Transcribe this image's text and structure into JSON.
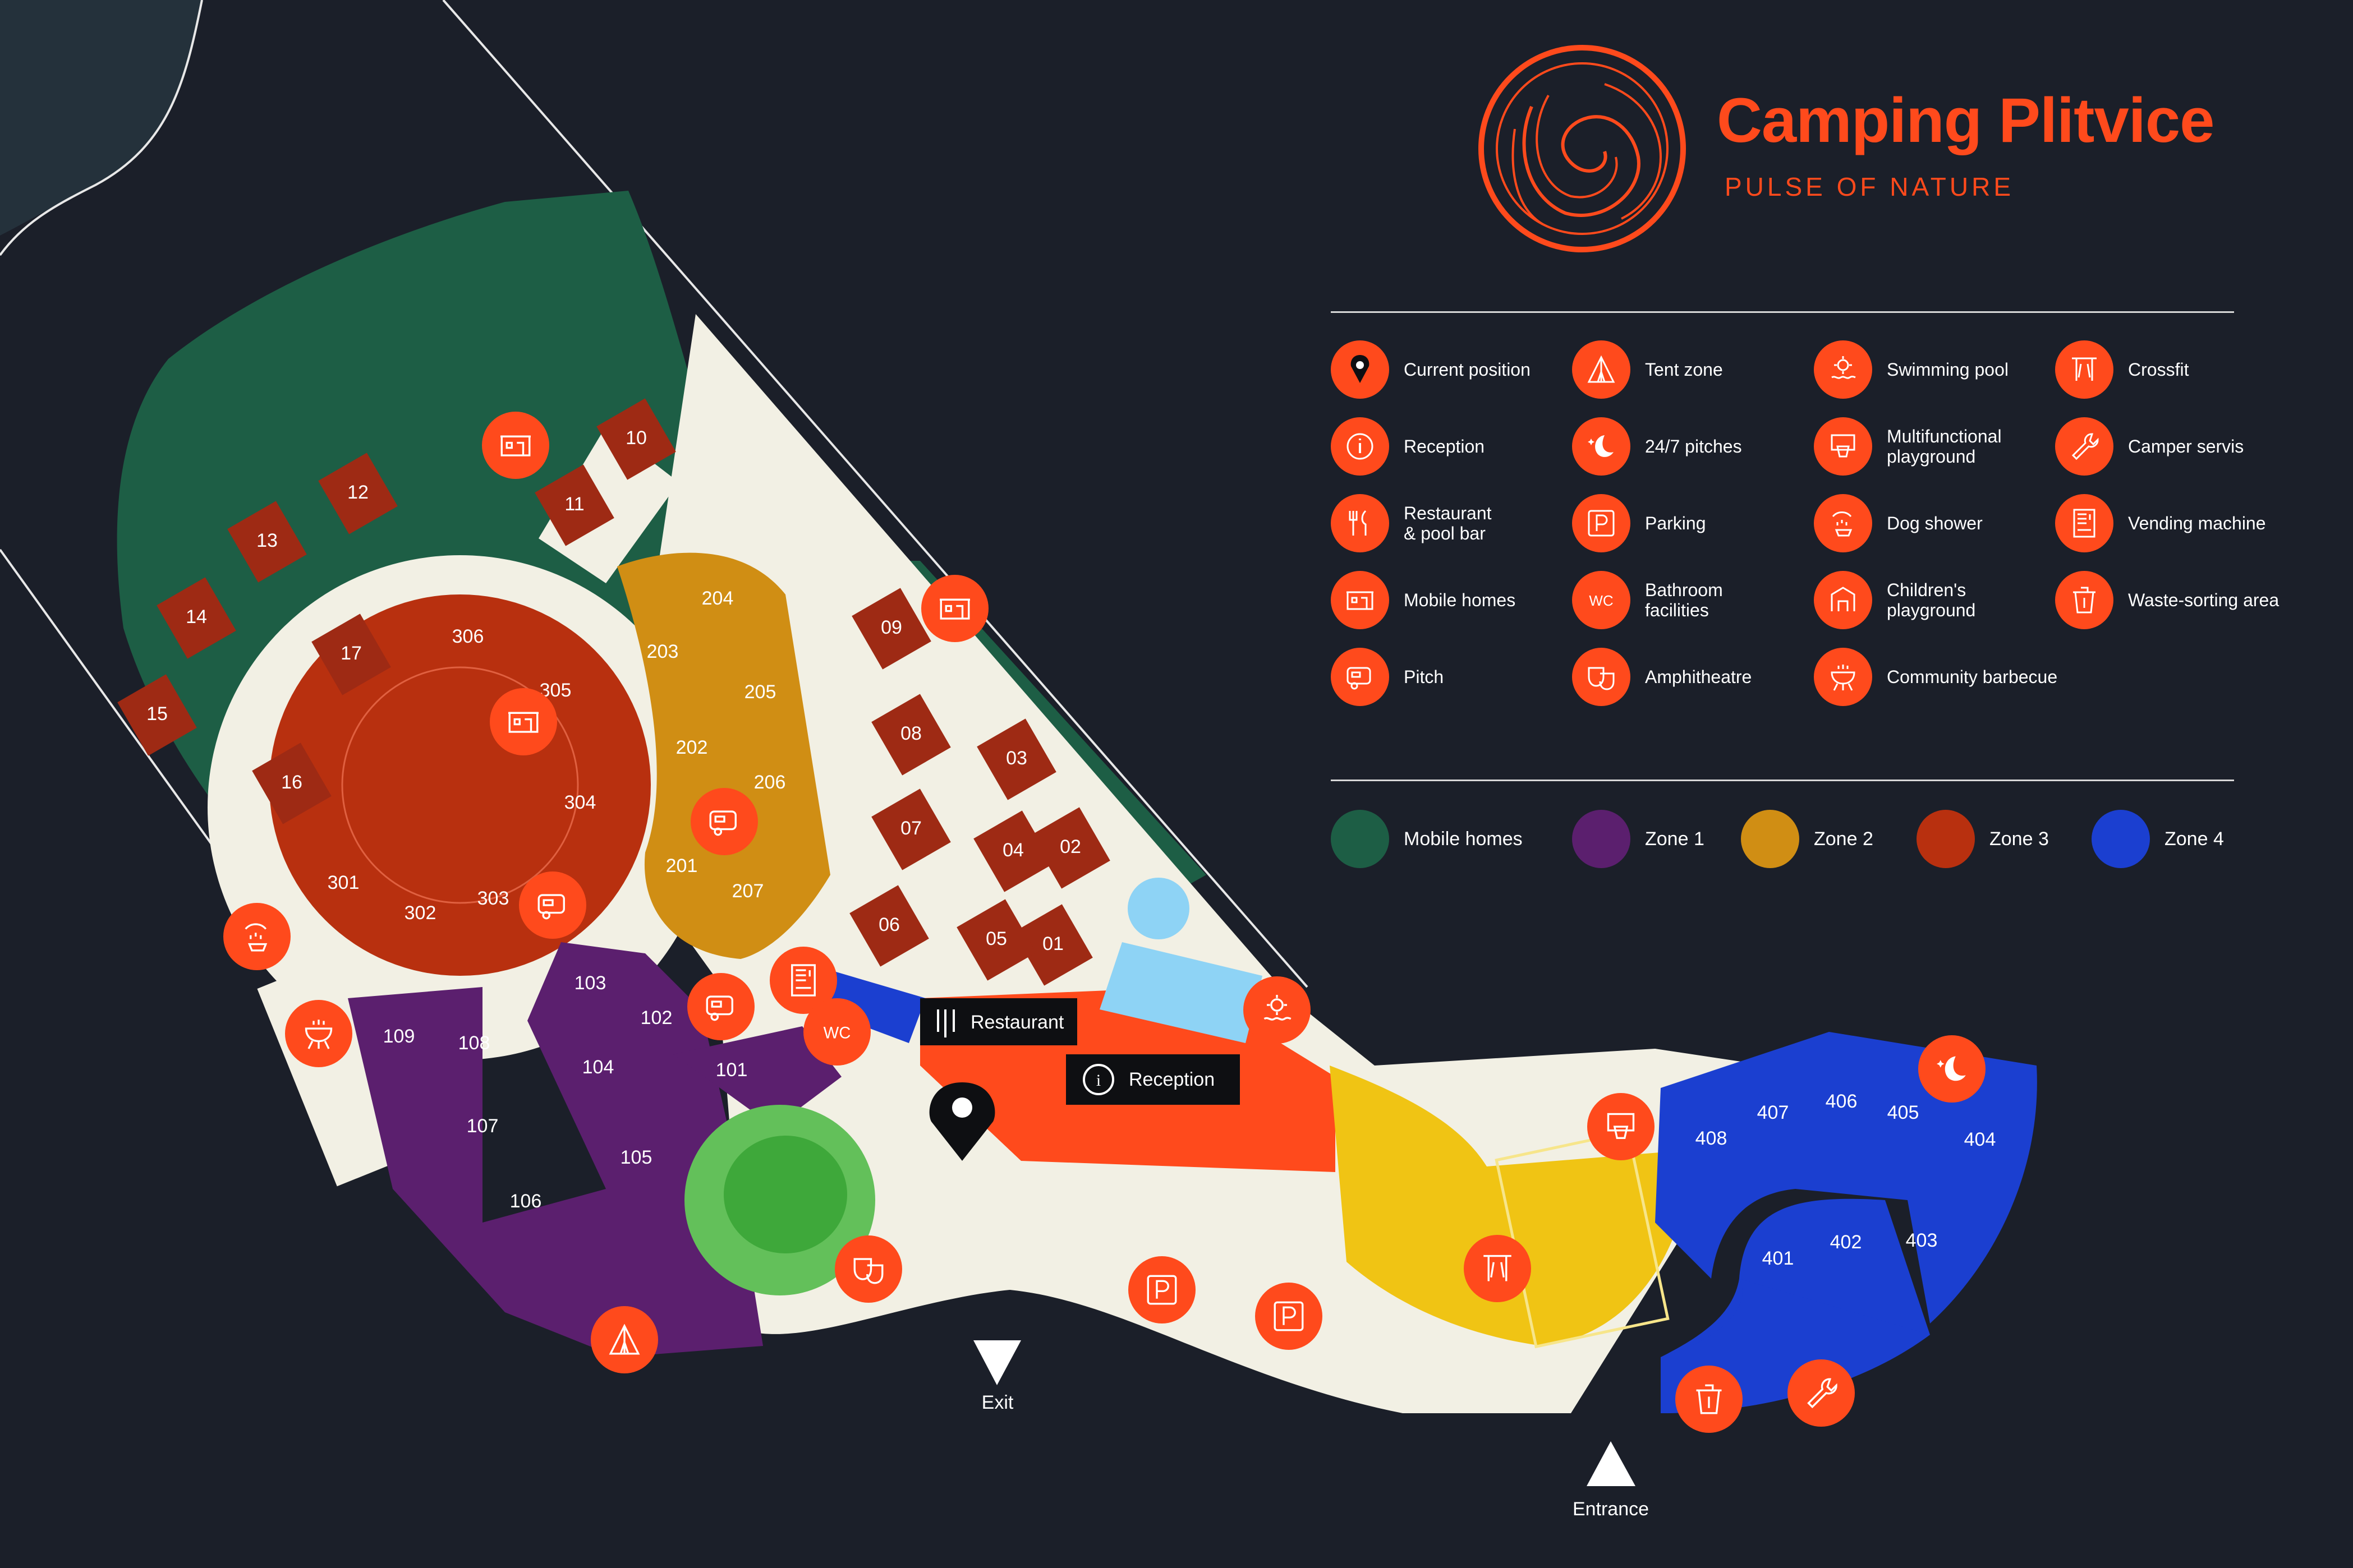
{
  "brand": {
    "title": "Camping Plitvice",
    "subtitle": "PULSE OF NATURE"
  },
  "colors": {
    "background": "#1b1f29",
    "accent": "#ff4a1c",
    "mobile_homes": "#1d5e45",
    "zone1": "#5b1f6e",
    "zone2": "#d08e14",
    "zone3": "#b8300f",
    "zone4": "#1b3fd0",
    "path": "#f2f0e4",
    "lake": "#24313b"
  },
  "legend": {
    "facilities": [
      {
        "label": "Current position",
        "icon": "map-pin-icon"
      },
      {
        "label": "Reception",
        "icon": "info-icon"
      },
      {
        "label": "Restaurant\n& pool bar",
        "icon": "fork-knife-icon"
      },
      {
        "label": "Mobile homes",
        "icon": "mobile-home-icon"
      },
      {
        "label": "Pitch",
        "icon": "camper-icon"
      },
      {
        "label": "Tent zone",
        "icon": "tent-icon"
      },
      {
        "label": "24/7 pitches",
        "icon": "moon-icon"
      },
      {
        "label": "Parking",
        "icon": "parking-icon"
      },
      {
        "label": "Bathroom\nfacilities",
        "icon": "wc-icon"
      },
      {
        "label": "Amphitheatre",
        "icon": "theatre-masks-icon"
      },
      {
        "label": "Swimming pool",
        "icon": "sun-pool-icon"
      },
      {
        "label": "Multifunctional\nplayground",
        "icon": "basketball-hoop-icon"
      },
      {
        "label": "Dog shower",
        "icon": "dog-shower-icon"
      },
      {
        "label": "Children's\nplayground",
        "icon": "playground-icon"
      },
      {
        "label": "Community barbecue",
        "icon": "barbecue-icon"
      },
      {
        "label": "Crossfit",
        "icon": "crossfit-icon"
      },
      {
        "label": "Camper servis",
        "icon": "wrench-icon"
      },
      {
        "label": "Vending machine",
        "icon": "vending-machine-icon"
      },
      {
        "label": "Waste-sorting area",
        "icon": "waste-bin-icon"
      }
    ],
    "zones": [
      {
        "label": "Mobile homes",
        "color": "#1d5e45"
      },
      {
        "label": "Zone 1",
        "color": "#5b1f6e"
      },
      {
        "label": "Zone 2",
        "color": "#d08e14"
      },
      {
        "label": "Zone 3",
        "color": "#b8300f"
      },
      {
        "label": "Zone 4",
        "color": "#1b3fd0"
      }
    ]
  },
  "map": {
    "restaurant_label": "Restaurant",
    "reception_label": "Reception",
    "exit_label": "Exit",
    "entrance_label": "Entrance",
    "pitch_numbers": [
      "01",
      "02",
      "03",
      "04",
      "05",
      "06",
      "07",
      "08",
      "09",
      "10",
      "11",
      "12",
      "13",
      "14",
      "15",
      "16",
      "17",
      "101",
      "102",
      "103",
      "104",
      "105",
      "106",
      "107",
      "108",
      "109",
      "201",
      "202",
      "203",
      "204",
      "205",
      "206",
      "207",
      "301",
      "302",
      "303",
      "304",
      "305",
      "306",
      "401",
      "402",
      "403",
      "404",
      "405",
      "406",
      "407",
      "408"
    ]
  }
}
